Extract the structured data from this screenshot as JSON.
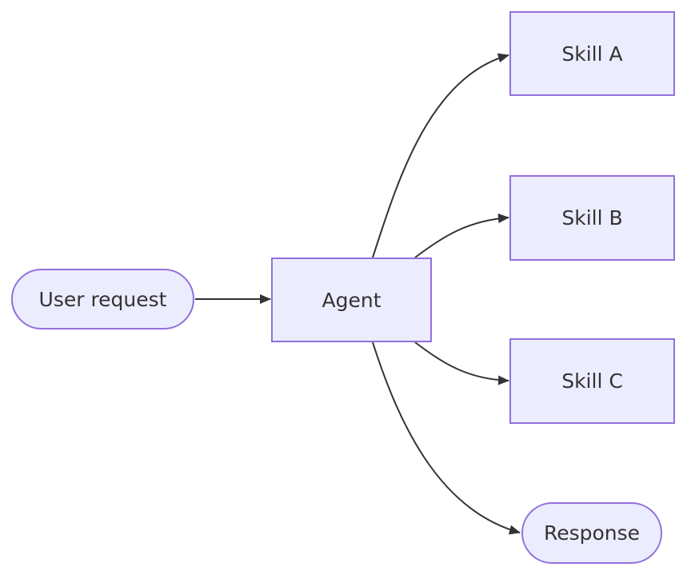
{
  "diagram": {
    "type": "flowchart-left-to-right",
    "colors": {
      "node_fill": "#ECECFF",
      "node_border": "#9370DB",
      "edge": "#333333",
      "text": "#333333",
      "background": "#FFFFFF"
    },
    "nodes": [
      {
        "id": "user_request",
        "label": "User request",
        "shape": "stadium"
      },
      {
        "id": "agent",
        "label": "Agent",
        "shape": "rectangle"
      },
      {
        "id": "skill_a",
        "label": "Skill A",
        "shape": "rectangle"
      },
      {
        "id": "skill_b",
        "label": "Skill B",
        "shape": "rectangle"
      },
      {
        "id": "skill_c",
        "label": "Skill C",
        "shape": "rectangle"
      },
      {
        "id": "response",
        "label": "Response",
        "shape": "stadium"
      }
    ],
    "edges": [
      {
        "from": "User request",
        "to": "Agent"
      },
      {
        "from": "Agent",
        "to": "Skill A"
      },
      {
        "from": "Agent",
        "to": "Skill B"
      },
      {
        "from": "Agent",
        "to": "Skill C"
      },
      {
        "from": "Agent",
        "to": "Response"
      }
    ]
  }
}
